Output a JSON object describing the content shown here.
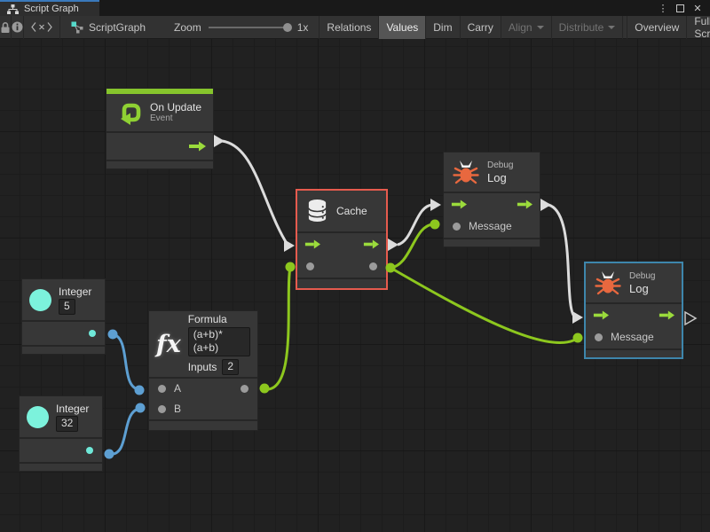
{
  "titlebar": {
    "tab_label": "Script Graph",
    "icons": {
      "tab": "graph-hierarchy",
      "menu": "⋮",
      "maximize": "window-maximize",
      "close": "✕"
    }
  },
  "toolbar": {
    "icons": {
      "lock": "padlock",
      "info": "info-circle",
      "collapse": "angle-brackets-x",
      "graph": "script-graph-node"
    },
    "graph_label": "ScriptGraph",
    "zoom": {
      "label": "Zoom",
      "value": "1x"
    },
    "buttons": [
      {
        "label": "Relations",
        "state": "normal"
      },
      {
        "label": "Values",
        "state": "active"
      },
      {
        "label": "Dim",
        "state": "normal"
      },
      {
        "label": "Carry",
        "state": "normal"
      },
      {
        "label": "Align",
        "state": "disabled",
        "dropdown": true
      },
      {
        "label": "Distribute",
        "state": "disabled",
        "dropdown": true
      },
      {
        "label": "Overview",
        "state": "normal"
      },
      {
        "label": "Full Screen",
        "state": "normal"
      }
    ]
  },
  "graph": {
    "nodes": {
      "on_update": {
        "title": "On Update",
        "subtitle": "Event",
        "icon": "loop-event"
      },
      "cache": {
        "title": "Cache",
        "icon": "database",
        "selection": "red"
      },
      "debug_log_1": {
        "category": "Debug",
        "title": "Log",
        "icon": "bug",
        "message_port": "Message"
      },
      "debug_log_2": {
        "category": "Debug",
        "title": "Log",
        "icon": "bug",
        "message_port": "Message",
        "selection": "blue"
      },
      "integer_1": {
        "title": "Integer",
        "value": "5",
        "icon": "teal-circle"
      },
      "integer_2": {
        "title": "Integer",
        "value": "32",
        "icon": "teal-circle"
      },
      "formula": {
        "title": "Formula",
        "expression": "(a+b)*(a+b)",
        "inputs_label": "Inputs",
        "inputs_value": "2",
        "port_a": "A",
        "port_b": "B",
        "icon": "fx"
      }
    },
    "colors": {
      "event_accent": "#86c52c",
      "flow_arrow_green": "#9bdb3c",
      "wire_white": "#dcdcdc",
      "wire_green": "#8dc71e",
      "wire_blue": "#5d9fd2",
      "selection_red": "#e65b4e",
      "selection_blue": "#3e86ac",
      "bug_orange": "#e8683f",
      "integer_teal": "#7cf2dc",
      "value_port_gray": "#9b9b9b"
    }
  }
}
